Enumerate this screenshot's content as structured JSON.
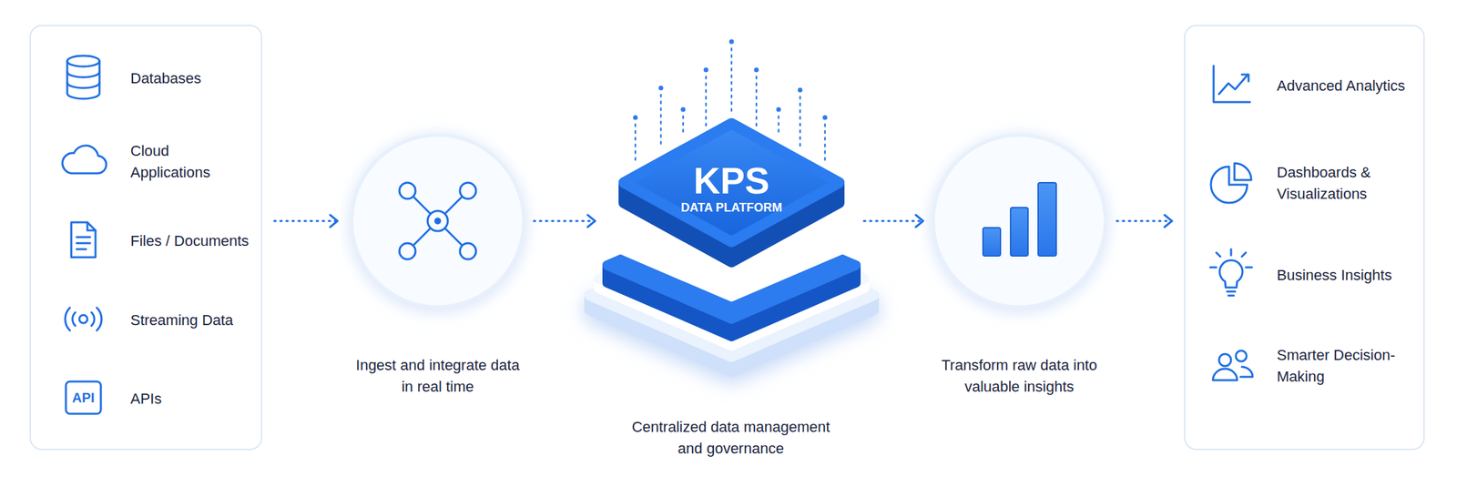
{
  "diagram": {
    "nodes": [
      {
        "text": [
          "Databases",
          "Cloud Applications",
          "Files / Documents",
          "Streaming Data",
          "APIs"
        ]
      },
      {
        "text": [
          "Ingest and integrate data in real time"
        ]
      },
      {
        "text": [
          "KPS",
          "DATA PLATFORM",
          "Centralized data management and governance"
        ]
      },
      {
        "text": [
          "Transform raw data into valuable insights"
        ]
      },
      {
        "text": [
          "Advanced Analytics",
          "Dashboards & Visualizations",
          "Business Insights",
          "Smarter Decision-Making"
        ]
      }
    ],
    "edges": [
      {
        "from": 0,
        "to": 1,
        "arrow": "to"
      },
      {
        "from": 1,
        "to": 2,
        "arrow": "to"
      },
      {
        "from": 2,
        "to": 3,
        "arrow": "to"
      },
      {
        "from": 3,
        "to": 4,
        "arrow": "to"
      }
    ],
    "labels": [
      "API"
    ]
  }
}
